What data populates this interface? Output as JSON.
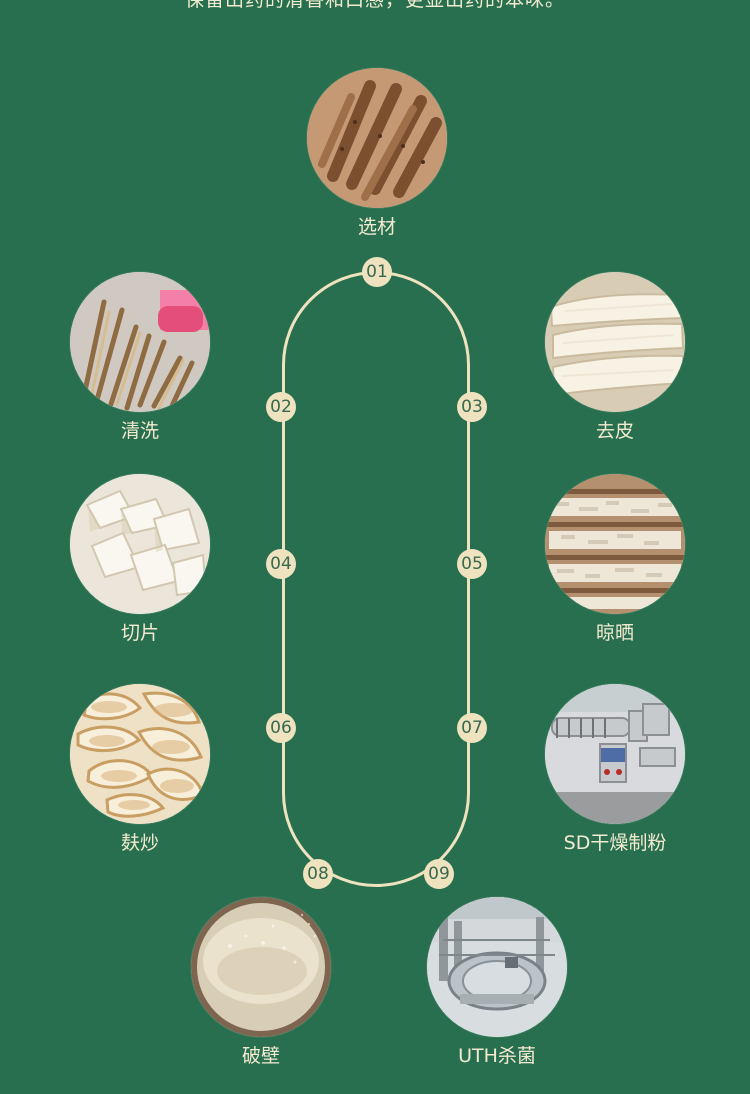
{
  "intro": {
    "text": "保留山药的清香和口感，更显山药的本味。"
  },
  "steps": [
    {
      "label": "选材",
      "num": "01",
      "icon": "roots-icon"
    },
    {
      "label": "清洗",
      "num": "02",
      "icon": "washing-icon"
    },
    {
      "label": "去皮",
      "num": "03",
      "icon": "peeled-yam-icon"
    },
    {
      "label": "切片",
      "num": "04",
      "icon": "slices-icon"
    },
    {
      "label": "晾晒",
      "num": "05",
      "icon": "drying-rack-icon"
    },
    {
      "label": "麸炒",
      "num": "06",
      "icon": "roasted-slices-icon"
    },
    {
      "label": "SD干燥制粉",
      "num": "07",
      "icon": "machine-icon"
    },
    {
      "label": "破壁",
      "num": "08",
      "icon": "powder-icon"
    },
    {
      "label": "UTH杀菌",
      "num": "09",
      "icon": "sterilizer-icon"
    }
  ],
  "colors": {
    "background": "#276f4f",
    "accent": "#efe3bf",
    "text": "#f3ebd0"
  }
}
